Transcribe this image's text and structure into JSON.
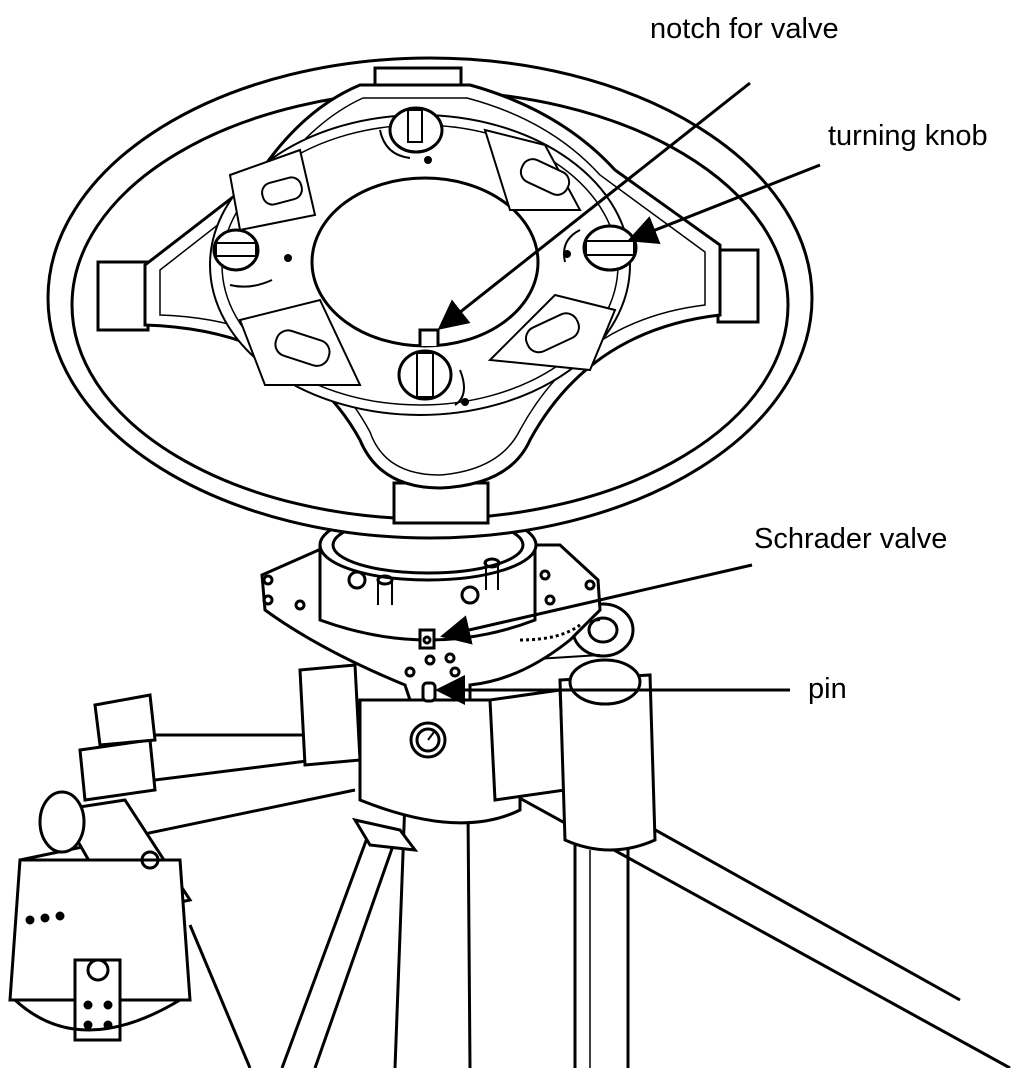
{
  "labels": {
    "notch": "notch for valve",
    "knob": "turning knob",
    "schrader": "Schrader valve",
    "pin": "pin"
  },
  "colors": {
    "line": "#000000",
    "background": "#ffffff",
    "fill_light": "#f2f2f2",
    "fill_mid": "#d9d9d9"
  }
}
